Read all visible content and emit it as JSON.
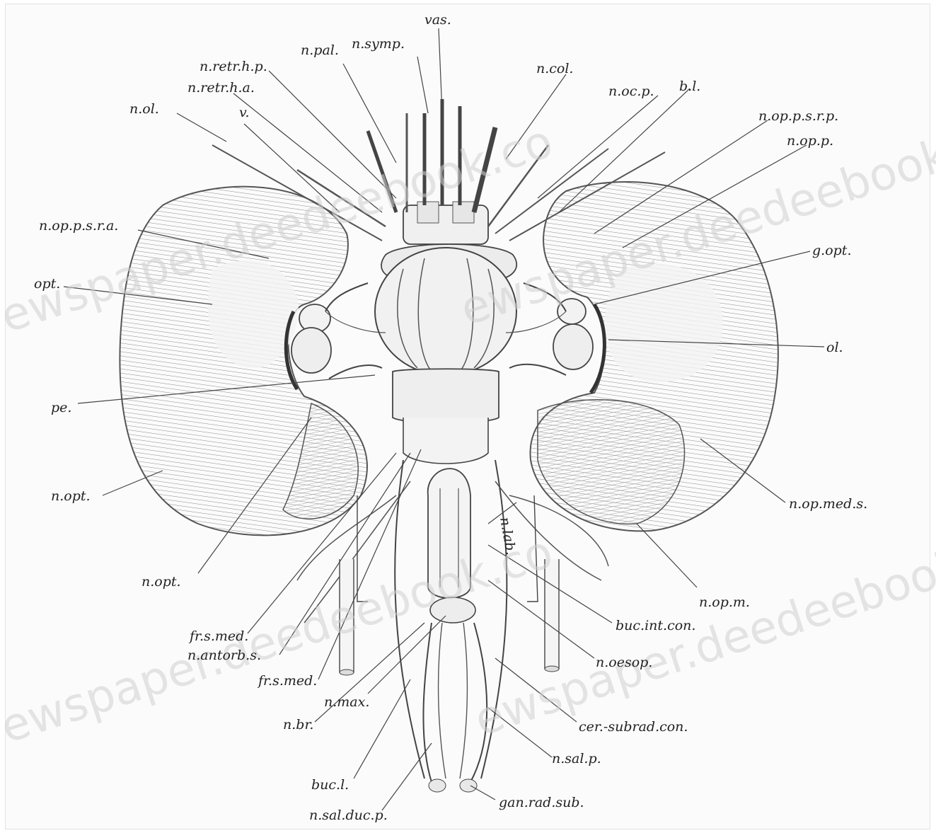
{
  "labels": {
    "vas": "vas.",
    "n_pal": "n.pal.",
    "n_symp": "n.symp.",
    "n_retr_h_p": "n.retr.h.p.",
    "n_retr_h_a": "n.retr.h.a.",
    "n_ol": "n.ol.",
    "v": "v.",
    "n_col": "n.col.",
    "n_oc_p": "n.oc.p.",
    "b_l": "b.l.",
    "n_op_p_s_r_p": "n.op.p.s.r.p.",
    "n_op_p": "n.op.p.",
    "n_op_p_s_r_a": "n.op.p.s.r.a.",
    "g_opt": "g.opt.",
    "opt": "opt.",
    "ol": "ol.",
    "pe": "pe.",
    "n_opt_a": "n.opt.",
    "n_opt_b": "n.opt.",
    "n_op_med_s": "n.op.med.s.",
    "n_op_m": "n.op.m.",
    "n_lab": "n.lab.",
    "buc_int_con": "buc.int.con.",
    "fr_s_med": "fr.s.med.",
    "n_antorb_s": "n.antorb.s.",
    "fr_s_med_2": "fr.s.med.",
    "n_max": "n.max.",
    "n_br": "n.br.",
    "n_oesop": "n.oesop.",
    "cer_subrad_con": "cer.-subrad.con.",
    "n_sal_p": "n.sal.p.",
    "buc_l": "buc.l.",
    "gan_rad_sub": "gan.rad.sub.",
    "n_sal_duc_p": "n.sal.duc.p."
  },
  "watermarks": [
    "ewspaper.deedeebook.co",
    "ewspaper.deedeebook.co",
    "ewspaper.deedeebook.co",
    "ewspaper.deedeebook.co"
  ]
}
